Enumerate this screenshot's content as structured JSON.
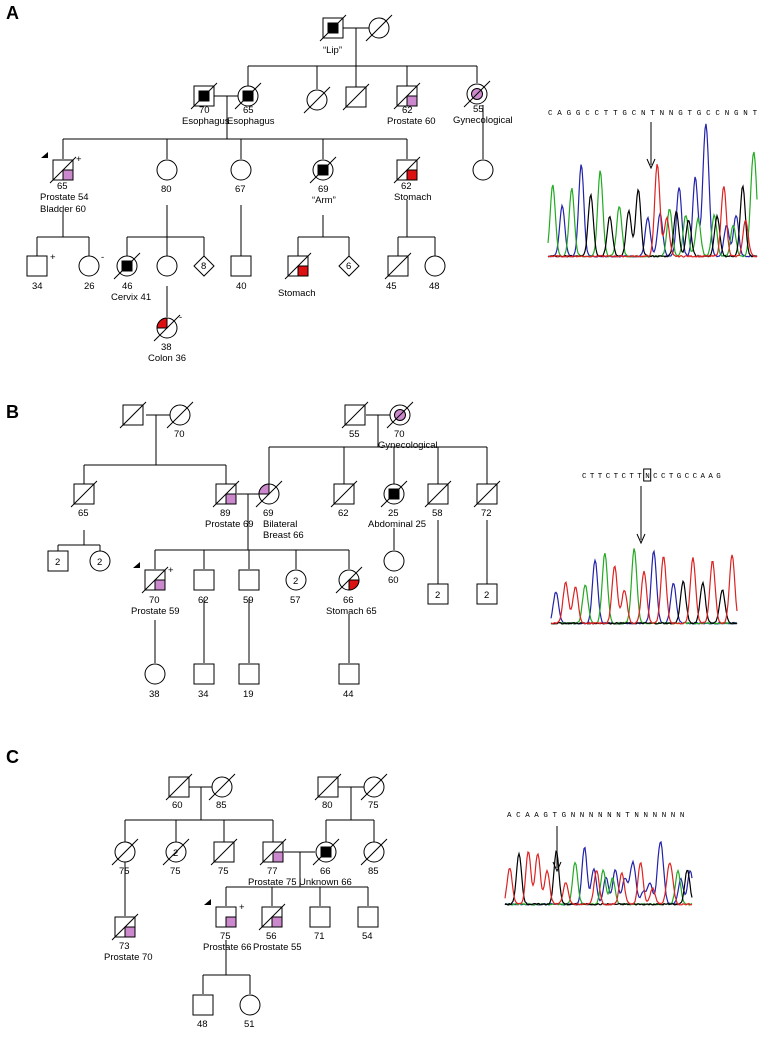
{
  "colors": {
    "affected_black": "#000000",
    "prostate_pink": "#cc88cc",
    "gi_red": "#dd1111",
    "trace_a": "#2222aa",
    "trace_c": "#22aa22",
    "trace_g": "#000000",
    "trace_t": "#dd2222"
  },
  "panels": {
    "a": {
      "label": "A",
      "sequence": [
        "C",
        "A",
        "G",
        "G",
        "C",
        "C",
        "T",
        "T",
        "G",
        "C",
        "N",
        "T",
        "N",
        "N",
        "G",
        "T",
        "G",
        "C",
        "C",
        "N",
        "G",
        "N",
        "T"
      ],
      "individuals": {
        "lip_label": "“Lip”",
        "esoph_f_age": "70",
        "esoph_f_dx": "Esophagus",
        "esoph_m_age": "65",
        "esoph_m_dx": "Esophagus",
        "prostate_uncle_age": "62",
        "prostate_uncle_dx": "Prostate 60",
        "gyn_aunt_age": "55",
        "gyn_aunt_dx": "Gynecological",
        "proband_age": "65",
        "proband_dx1": "Prostate 54",
        "proband_dx2": "Bladder 60",
        "proband_mark": "+",
        "sib80": "80",
        "sib67": "67",
        "arm_age": "69",
        "arm_dx": "“Arm”",
        "stomach_bro_age": "62",
        "stomach_bro_dx": "Stomach",
        "son_age": "34",
        "son_mark": "+",
        "dau_age": "26",
        "dau_mark": "-",
        "cervix_age": "46",
        "cervix_dx": "Cervix 41",
        "sibs_count_8": "8",
        "nephew40": "40",
        "stomach_neph_dx": "Stomach",
        "sibs_count_6": "6",
        "grand45": "45",
        "grand48": "48",
        "colon_age": "38",
        "colon_dx": "Colon 36",
        "colon_mark": "-"
      }
    },
    "b": {
      "label": "B",
      "sequence": [
        "C",
        "T",
        "T",
        "C",
        "T",
        "C",
        "T",
        "T",
        "N",
        "C",
        "C",
        "T",
        "G",
        "C",
        "C",
        "A",
        "A",
        "G"
      ],
      "individuals": {
        "gm_age": "70",
        "ggf_age": "55",
        "ggm_age": "70",
        "ggm_dx": "Gynecological",
        "uncle65": "65",
        "count2a": "2",
        "count2b": "2",
        "father_age": "89",
        "father_dx": "Prostate 69",
        "mother_age": "69",
        "mother_dx1": "Bilateral",
        "mother_dx2": "Breast 66",
        "sib62": "62",
        "abd_age": "25",
        "abd_dx": "Abdominal 25",
        "sib58": "58",
        "sib72": "72",
        "count2c": "2",
        "count2d": "2",
        "niece60": "60",
        "proband_age": "70",
        "proband_dx": "Prostate 59",
        "proband_mark": "+",
        "bro62": "62",
        "bro59": "59",
        "sis_count": "2",
        "sis_age": "57",
        "stomach_age": "66",
        "stomach_dx": "Stomach 65",
        "child38": "38",
        "child34": "34",
        "child19": "19",
        "child44": "44"
      }
    },
    "c": {
      "label": "C",
      "sequence": [
        "A",
        "C",
        "A",
        "A",
        "G",
        "T",
        "G",
        "N",
        "N",
        "N",
        "N",
        "N",
        "N",
        "T",
        "N",
        "N",
        "N",
        "N",
        "N",
        "N"
      ],
      "individuals": {
        "pgf_age": "60",
        "pgm_age": "85",
        "mgf_age": "80",
        "mgm_age": "75",
        "aunt75a": "75",
        "count2": "2",
        "aunt75b": "75",
        "uncle75": "75",
        "father_age": "77",
        "father_dx": "Prostate 75",
        "mother_age": "66",
        "mother_dx": "Unknown 66",
        "maunt85": "85",
        "cousin_age": "73",
        "cousin_dx": "Prostate 70",
        "proband_age": "75",
        "proband_dx": "Prostate 66",
        "proband_mark": "+",
        "bro_age": "56",
        "bro_dx": "Prostate 55",
        "bro71": "71",
        "bro54": "54",
        "child48": "48",
        "child51": "51"
      }
    }
  }
}
